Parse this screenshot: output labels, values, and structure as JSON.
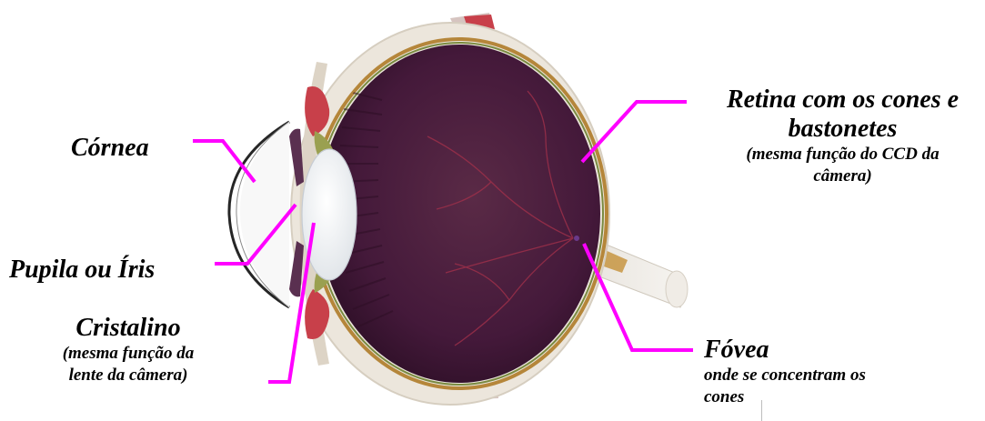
{
  "labels": {
    "cornea": "Córnea",
    "pupila": "Pupila ou Íris",
    "cristalino": {
      "title": "Cristalino",
      "line1": "(mesma função da",
      "line2": "lente da câmera)"
    },
    "retina": {
      "line1": "Retina com os cones e",
      "line2": "bastonetes",
      "line3": "(mesma função do CCD da",
      "line4": "câmera)"
    },
    "fovea": {
      "title": "Fóvea",
      "line1": "onde se concentram os",
      "line2": "cones"
    }
  },
  "colors": {
    "pointer": "#ff00ff",
    "eye_interior": "#4a2038",
    "sclera": "#ece4d6",
    "choroid": "#b5863a",
    "muscle": "#c8404a",
    "lens": "#f4f6f8"
  }
}
